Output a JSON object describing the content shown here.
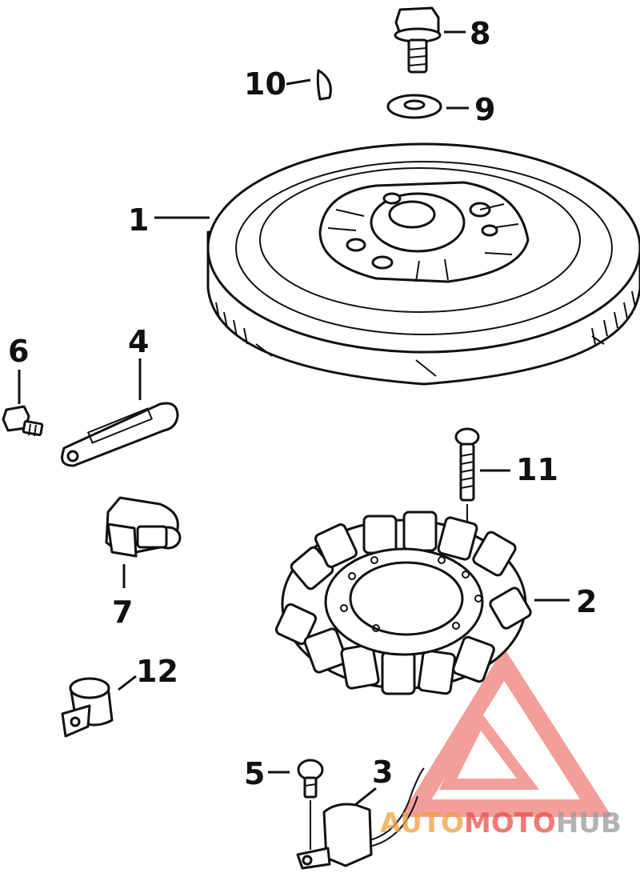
{
  "callouts": {
    "c1": "1",
    "c2": "2",
    "c3": "3",
    "c4": "4",
    "c5": "5",
    "c6": "6",
    "c7": "7",
    "c8": "8",
    "c9": "9",
    "c10": "10",
    "c11": "11",
    "c12": "12"
  },
  "watermark": {
    "part1": "AUTO",
    "part2": "MOTO",
    "part3": "HUB",
    "color_red": "#e8504a",
    "color_orange": "#f0a040",
    "color_gray": "#9a9a9a"
  }
}
